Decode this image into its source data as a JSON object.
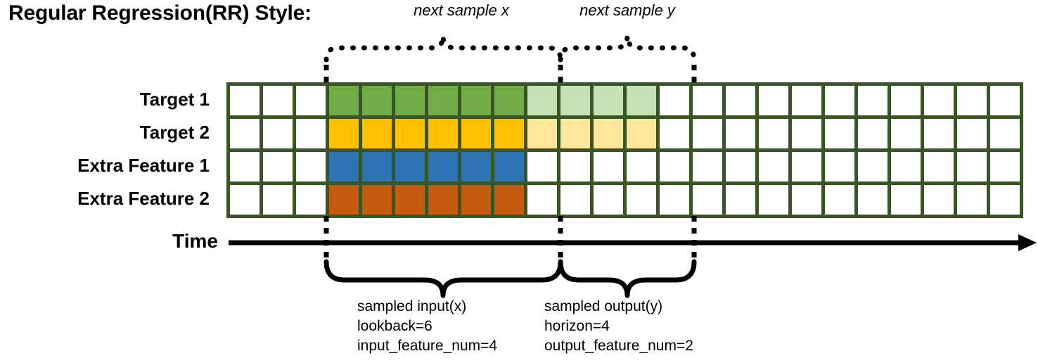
{
  "title": "Regular Regression(RR) Style:",
  "rows": [
    {
      "label": "Target 1",
      "name": "target-1"
    },
    {
      "label": "Target 2",
      "name": "target-2"
    },
    {
      "label": "Extra Feature 1",
      "name": "extra-feature-1"
    },
    {
      "label": "Extra Feature 2",
      "name": "extra-feature-2"
    }
  ],
  "grid": {
    "columns": 24,
    "cell_size": 42,
    "gap": 5,
    "lead_white": 3,
    "input_span": 6,
    "output_span": 4,
    "fills": [
      [
        "#ffffff",
        "#ffffff",
        "#ffffff",
        "#70AD47",
        "#70AD47",
        "#70AD47",
        "#70AD47",
        "#70AD47",
        "#70AD47",
        "#C5E0B4",
        "#C5E0B4",
        "#C5E0B4",
        "#C5E0B4",
        "#ffffff",
        "#ffffff",
        "#ffffff",
        "#ffffff",
        "#ffffff",
        "#ffffff",
        "#ffffff",
        "#ffffff",
        "#ffffff",
        "#ffffff",
        "#ffffff"
      ],
      [
        "#ffffff",
        "#ffffff",
        "#ffffff",
        "#FFC000",
        "#FFC000",
        "#FFC000",
        "#FFC000",
        "#FFC000",
        "#FFC000",
        "#FFE699",
        "#FFE699",
        "#FFE699",
        "#FFE699",
        "#ffffff",
        "#ffffff",
        "#ffffff",
        "#ffffff",
        "#ffffff",
        "#ffffff",
        "#ffffff",
        "#ffffff",
        "#ffffff",
        "#ffffff",
        "#ffffff"
      ],
      [
        "#ffffff",
        "#ffffff",
        "#ffffff",
        "#2E75B6",
        "#2E75B6",
        "#2E75B6",
        "#2E75B6",
        "#2E75B6",
        "#2E75B6",
        "#ffffff",
        "#ffffff",
        "#ffffff",
        "#ffffff",
        "#ffffff",
        "#ffffff",
        "#ffffff",
        "#ffffff",
        "#ffffff",
        "#ffffff",
        "#ffffff",
        "#ffffff",
        "#ffffff",
        "#ffffff",
        "#ffffff"
      ],
      [
        "#ffffff",
        "#ffffff",
        "#ffffff",
        "#C55A11",
        "#C55A11",
        "#C55A11",
        "#C55A11",
        "#C55A11",
        "#C55A11",
        "#ffffff",
        "#ffffff",
        "#ffffff",
        "#ffffff",
        "#ffffff",
        "#ffffff",
        "#ffffff",
        "#ffffff",
        "#ffffff",
        "#ffffff",
        "#ffffff",
        "#ffffff",
        "#ffffff",
        "#ffffff",
        "#ffffff"
      ]
    ]
  },
  "colors": {
    "grid_border": "#375623",
    "target_1": "#70AD47",
    "target_1_light": "#C5E0B4",
    "target_2": "#FFC000",
    "target_2_light": "#FFE699",
    "extra_feature_1": "#2E75B6",
    "extra_feature_2": "#C55A11",
    "axis": "#000000"
  },
  "time_axis": {
    "label": "Time"
  },
  "top_braces": [
    {
      "label": "next sample x",
      "name": "next-sample-x"
    },
    {
      "label": "next sample y",
      "name": "next-sample-y"
    }
  ],
  "bottom_annotations": [
    {
      "name": "sampled-input",
      "line1": "sampled input(x)",
      "line2": "lookback=6",
      "line3": "input_feature_num=4"
    },
    {
      "name": "sampled-output",
      "line1": "sampled output(y)",
      "line2": "horizon=4",
      "line3": "output_feature_num=2"
    }
  ]
}
